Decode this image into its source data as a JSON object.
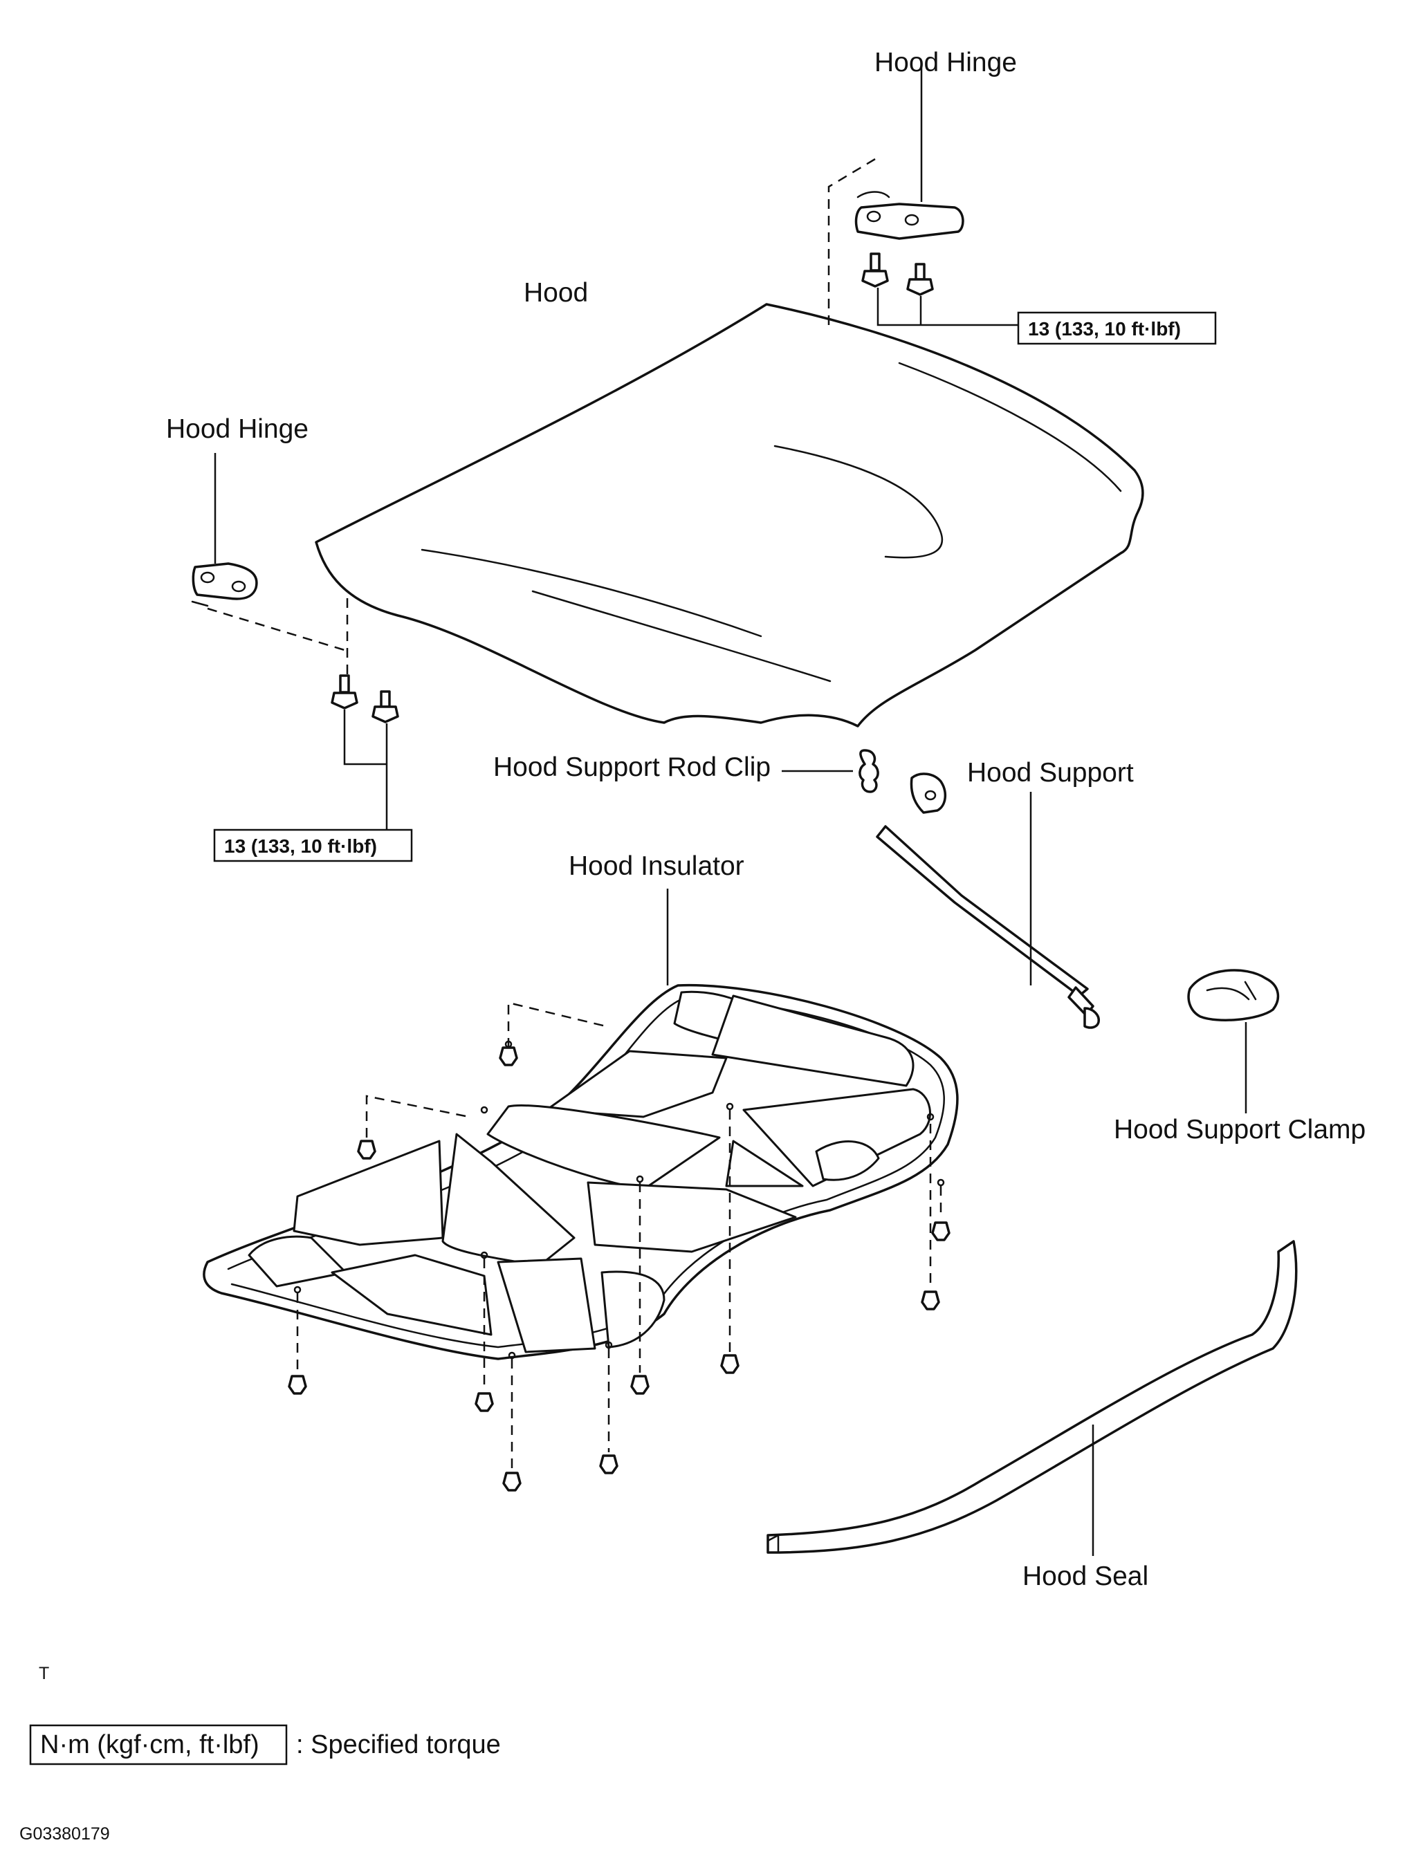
{
  "labels": {
    "hood": "Hood",
    "hood_hinge_right": "Hood Hinge",
    "hood_hinge_left": "Hood Hinge",
    "hood_support_rod_clip": "Hood Support Rod Clip",
    "hood_support": "Hood Support",
    "hood_insulator": "Hood Insulator",
    "hood_support_clamp": "Hood Support Clamp",
    "hood_seal": "Hood Seal"
  },
  "torque": {
    "right_hinge_bolts": "13 (133, 10 ft·lbf)",
    "left_hinge_bolts": "13 (133, 10 ft·lbf)"
  },
  "legend": {
    "unit_box": "N·m (kgf·cm, ft·lbf)",
    "description": ": Specified torque"
  },
  "corner_mark": "T",
  "figure_code": "G03380179"
}
